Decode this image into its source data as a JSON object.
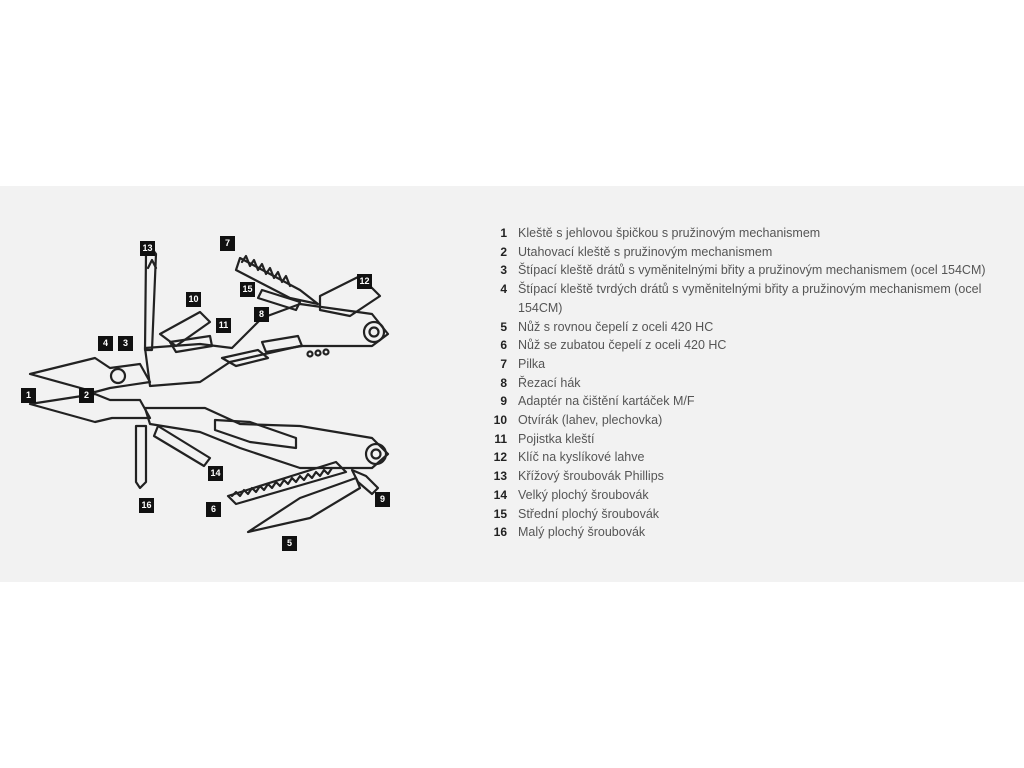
{
  "diagram": {
    "callouts": [
      {
        "id": "1"
      },
      {
        "id": "2"
      },
      {
        "id": "3"
      },
      {
        "id": "4"
      },
      {
        "id": "5"
      },
      {
        "id": "6"
      },
      {
        "id": "7"
      },
      {
        "id": "8"
      },
      {
        "id": "9"
      },
      {
        "id": "10"
      },
      {
        "id": "11"
      },
      {
        "id": "12"
      },
      {
        "id": "13"
      },
      {
        "id": "14"
      },
      {
        "id": "15"
      },
      {
        "id": "16"
      }
    ]
  },
  "legend": [
    {
      "num": "1",
      "text": "Kleště s jehlovou špičkou s pružinovým mechanismem"
    },
    {
      "num": "2",
      "text": "Utahovací kleště s pružinovým mechanismem"
    },
    {
      "num": "3",
      "text": "Štípací kleště drátů s vyměnitelnými břity a pružinovým mechanismem (ocel 154CM)"
    },
    {
      "num": "4",
      "text": "Štípací kleště tvrdých drátů s vyměnitelnými břity a pružinovým mechanismem (ocel 154CM)"
    },
    {
      "num": "5",
      "text": "Nůž s rovnou čepelí z oceli 420 HC"
    },
    {
      "num": "6",
      "text": "Nůž se zubatou čepelí z oceli 420 HC"
    },
    {
      "num": "7",
      "text": "Pilka"
    },
    {
      "num": "8",
      "text": "Řezací hák"
    },
    {
      "num": "9",
      "text": "Adaptér na čištění kartáček M/F"
    },
    {
      "num": "10",
      "text": "Otvírák (lahev, plechovka)"
    },
    {
      "num": "11",
      "text": "Pojistka kleští"
    },
    {
      "num": "12",
      "text": "Klíč na kyslíkové lahve"
    },
    {
      "num": "13",
      "text": "Křížový šroubovák Phillips"
    },
    {
      "num": "14",
      "text": "Velký plochý šroubovák"
    },
    {
      "num": "15",
      "text": "Střední plochý šroubovák"
    },
    {
      "num": "16",
      "text": "Malý plochý šroubovák"
    }
  ]
}
